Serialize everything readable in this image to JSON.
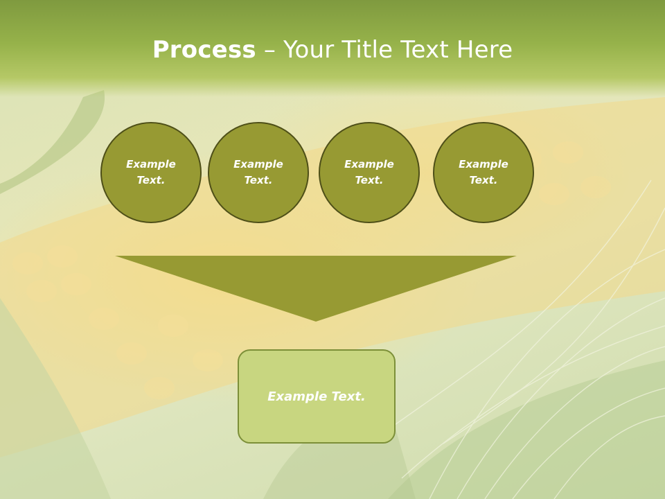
{
  "title": {
    "bold": "Process",
    "rest": " – Your Title Text Here"
  },
  "circles": [
    {
      "label": "Example Text."
    },
    {
      "label": "Example Text."
    },
    {
      "label": "Example Text."
    },
    {
      "label": "Example Text."
    }
  ],
  "result": {
    "label": "Example Text."
  },
  "colors": {
    "circle_fill": "#979a33",
    "circle_border": "#4e4f18",
    "funnel": "#979a33",
    "box_fill": "#c8d680",
    "box_border": "#7c8f38"
  }
}
